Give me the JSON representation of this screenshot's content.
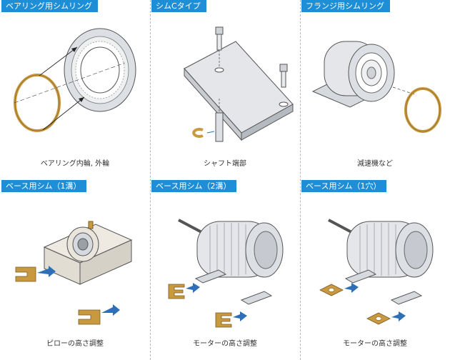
{
  "colors": {
    "header_bg": "#1e8fd6",
    "shim": "#c9993f",
    "arrow": "#2f6fb8",
    "metal": "#dcdfe3",
    "outline": "#555555"
  },
  "panels": [
    {
      "title": "ベアリング用シムリング",
      "caption": "ベアリング内輪, 外輪",
      "icon": "bearing-shim-ring-illustration"
    },
    {
      "title": "シムCタイプ",
      "caption": "シャフト端部",
      "icon": "shim-c-type-illustration"
    },
    {
      "title": "フランジ用シムリング",
      "caption": "減速機など",
      "icon": "flange-shim-ring-illustration"
    },
    {
      "title": "ベース用シム（1溝）",
      "caption": "ピローの高さ調整",
      "icon": "base-shim-one-slot-illustration"
    },
    {
      "title": "ベース用シム（2溝）",
      "caption": "モーターの高さ調整",
      "icon": "base-shim-two-slot-illustration"
    },
    {
      "title": "ベース用シム（1穴）",
      "caption": "モーターの高さ調整",
      "icon": "base-shim-one-hole-illustration"
    }
  ]
}
